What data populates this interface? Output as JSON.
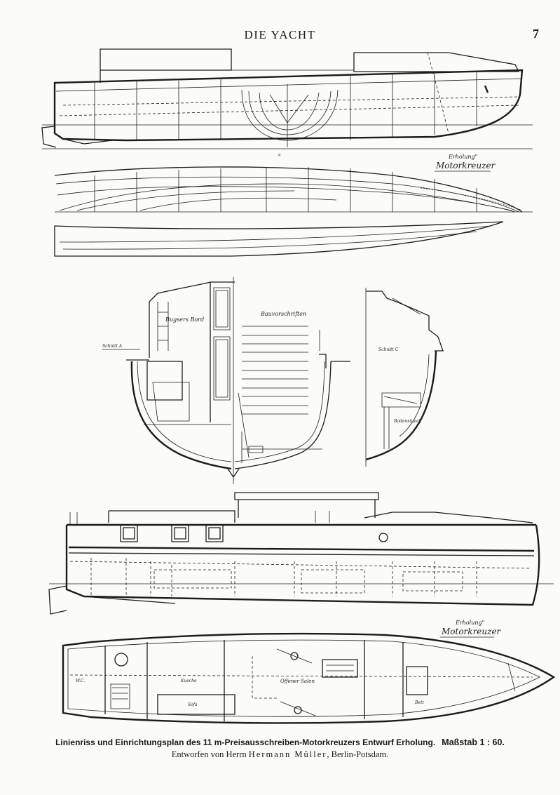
{
  "header": {
    "title": "DIE YACHT",
    "page_number": "7"
  },
  "drawings": {
    "lines_plan": {
      "stamp_name": "Erholung\"",
      "stamp_type": "Motorkreuzer"
    },
    "sections": {
      "left_section_label": "Schnitt A",
      "right_section_label": "Schnitt C",
      "bulkhead_label": "Bugsers Bord",
      "scantlings_heading": "Bauvorschriften",
      "floor_label": "Bodenstueck"
    },
    "profile": {
      "stamp_name": "Erholung\"",
      "stamp_type": "Motorkreuzer"
    },
    "deck_plan": {
      "cockpit_label": "Offener Salon",
      "salon_label": "Sofa",
      "galley_label": "Kueche",
      "label_wc": "W.C.",
      "label_bed": "Bett"
    }
  },
  "caption": {
    "line1_main": "Linienriss und Einrichtungsplan des 11 m-Preisausschreiben-Motorkreuzers Entwurf Erholung.",
    "line1_scale": "Maßstab 1 : 60.",
    "line2_prefix": "Entworfen von Herrn",
    "line2_name": "Hermann Müller",
    "line2_suffix": ", Berlin-Potsdam."
  }
}
